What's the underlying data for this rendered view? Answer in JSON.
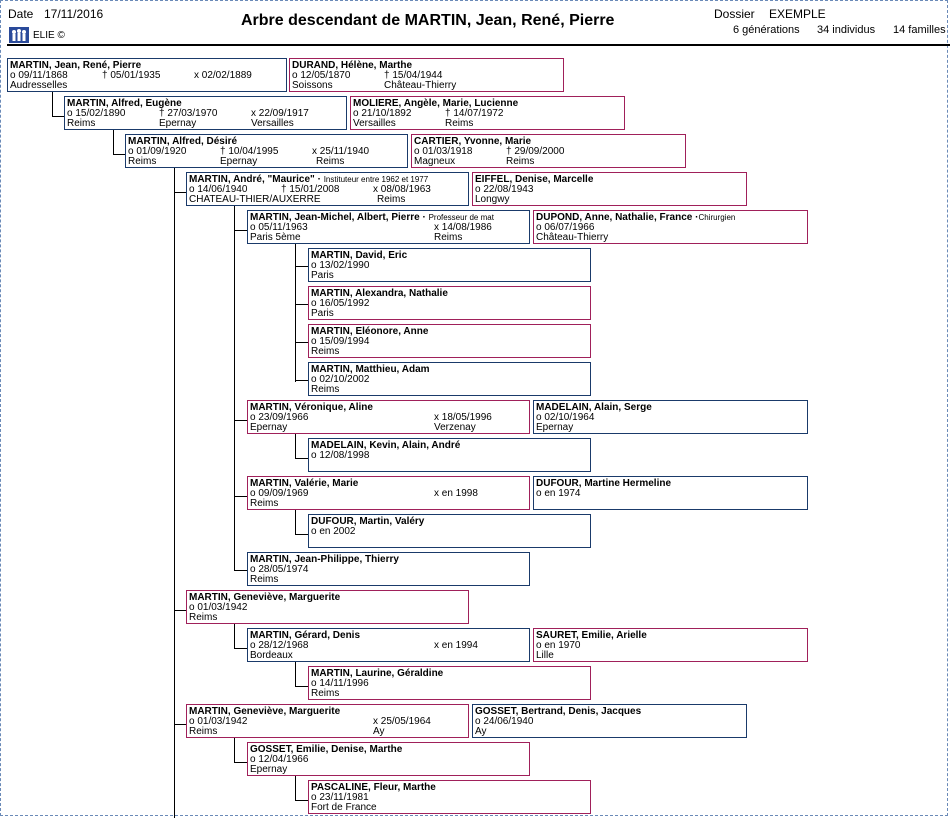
{
  "header": {
    "date_label": "Date",
    "date": "17/11/2016",
    "software": "ELIE ©",
    "title": "Arbre descendant de  MARTIN, Jean, René, Pierre",
    "dossier_label": "Dossier",
    "dossier": "EXEMPLE",
    "generations": "6 générations",
    "individus": "34 individus",
    "familles": "14 familles"
  },
  "persons": {
    "p1": {
      "name": "MARTIN, Jean, René, Pierre",
      "birth": "o 09/11/1868",
      "death": "† 05/01/1935",
      "marriage": "x 02/02/1889",
      "place1": "Audresselles",
      "place2": ""
    },
    "p1s": {
      "name": "DURAND, Hélène, Marthe",
      "birth": "o 12/05/1870",
      "death": "† 15/04/1944",
      "place1": "Soissons",
      "place2": "Château-Thierry"
    },
    "p2": {
      "name": "MARTIN, Alfred, Eugène",
      "birth": "o 15/02/1890",
      "death": "† 27/03/1970",
      "marriage": "x 22/09/1917",
      "place1": "Reims",
      "place2": "Epernay",
      "place3": "Versailles"
    },
    "p2s": {
      "name": "MOLIERE, Angèle, Marie, Lucienne",
      "birth": "o 21/10/1892",
      "death": "† 14/07/1972",
      "place1": "Versailles",
      "place2": "Reims"
    },
    "p3": {
      "name": "MARTIN, Alfred, Désiré",
      "birth": "o 01/09/1920",
      "death": "† 10/04/1995",
      "marriage": "x 25/11/1940",
      "place1": "Reims",
      "place2": "Epernay",
      "place3": "Reims"
    },
    "p3s": {
      "name": "CARTIER, Yvonne, Marie",
      "birth": "o 01/03/1918",
      "death": "† 29/09/2000",
      "place1": "Magneux",
      "place2": "Reims"
    },
    "p4": {
      "name": "MARTIN, André, \"Maurice\" ·",
      "note": "Instituteur entre 1962 et 1977",
      "birth": "o 14/06/1940",
      "death": "† 15/01/2008",
      "marriage": "x 08/08/1963",
      "place1": "CHATEAU-THIER/AUXERRE",
      "place3": "Reims"
    },
    "p4s": {
      "name": "EIFFEL, Denise, Marcelle",
      "birth": "o 22/08/1943",
      "place1": "Longwy"
    },
    "p5": {
      "name": "MARTIN, Jean-Michel, Albert, Pierre ·",
      "note": "Professeur de mat",
      "birth": "o 05/11/1963",
      "marriage": "x 14/08/1986",
      "place1": "Paris 5ème",
      "place3": "Reims"
    },
    "p5s": {
      "name": "DUPOND, Anne, Nathalie, France ·",
      "note": "Chirurgien",
      "birth": "o 06/07/1966",
      "place1": "Château-Thierry"
    },
    "c1": {
      "name": "MARTIN, David, Eric",
      "birth": "o 13/02/1990",
      "place1": "Paris"
    },
    "c2": {
      "name": "MARTIN, Alexandra, Nathalie",
      "birth": "o 16/05/1992",
      "place1": "Paris"
    },
    "c3": {
      "name": "MARTIN, Eléonore, Anne",
      "birth": "o 15/09/1994",
      "place1": "Reims"
    },
    "c4": {
      "name": "MARTIN, Matthieu, Adam",
      "birth": "o 02/10/2002",
      "place1": "Reims"
    },
    "p6": {
      "name": "MARTIN, Véronique, Aline",
      "birth": "o 23/09/1966",
      "marriage": "x 18/05/1996",
      "place1": "Epernay",
      "place3": "Verzenay"
    },
    "p6s": {
      "name": "MADELAIN, Alain, Serge",
      "birth": "o 02/10/1964",
      "place1": "Epernay"
    },
    "c5": {
      "name": "MADELAIN, Kevin, Alain, André",
      "birth": "o 12/08/1998"
    },
    "p7": {
      "name": "MARTIN, Valérie, Marie",
      "birth": "o 09/09/1969",
      "marriage": "x en 1998",
      "place1": "Reims"
    },
    "p7s": {
      "name": "DUFOUR, Martine Hermeline",
      "birth": "o en 1974"
    },
    "c6": {
      "name": "DUFOUR, Martin, Valéry",
      "birth": "o en 2002"
    },
    "p8": {
      "name": "MARTIN, Jean-Philippe, Thierry",
      "birth": "o 28/05/1974",
      "place1": "Reims"
    },
    "p9": {
      "name": "MARTIN, Geneviève, Marguerite",
      "birth": "o 01/03/1942",
      "place1": "Reims"
    },
    "p10": {
      "name": "MARTIN, Gérard, Denis",
      "birth": "o 28/12/1968",
      "marriage": "x en 1994",
      "place1": "Bordeaux"
    },
    "p10s": {
      "name": "SAURET, Emilie, Arielle",
      "birth": "o en 1970",
      "place1": "Lille"
    },
    "c7": {
      "name": "MARTIN, Laurine, Géraldine",
      "birth": "o 14/11/1996",
      "place1": "Reims"
    },
    "p11": {
      "name": "MARTIN, Geneviève, Marguerite",
      "birth": "o 01/03/1942",
      "marriage": "x 25/05/1964",
      "place1": "Reims",
      "place3": "Ay"
    },
    "p11s": {
      "name": "GOSSET, Bertrand, Denis, Jacques",
      "birth": "o 24/06/1940",
      "place1": "Ay"
    },
    "p12": {
      "name": "GOSSET, Emilie, Denise, Marthe",
      "birth": "o 12/04/1966",
      "place1": "Epernay"
    },
    "c8": {
      "name": "PASCALINE, Fleur, Marthe",
      "birth": "o 23/11/1981",
      "place1": "Fort de France"
    }
  }
}
